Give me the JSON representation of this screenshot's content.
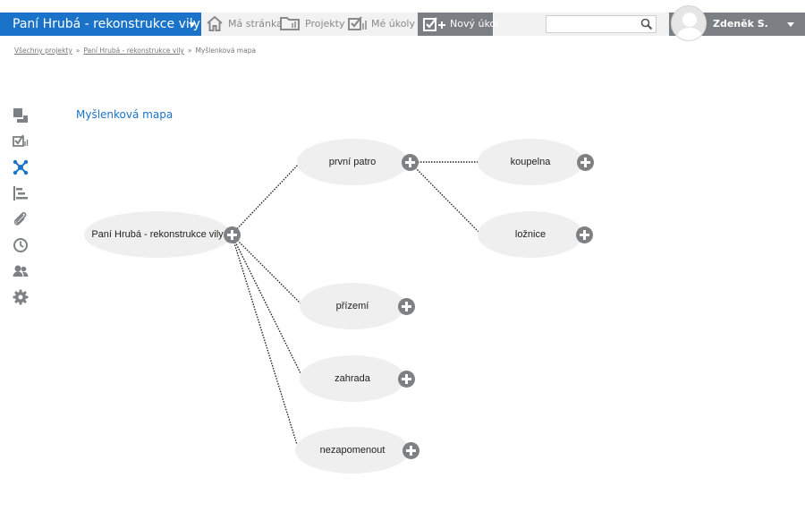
{
  "header": {
    "project_select": "Paní Hrubá - rekonstrukce vily",
    "nav": {
      "my_page": "Má stránka",
      "projects": "Projekty",
      "my_tasks": "Mé úkoly",
      "new_task": "Nový úkol"
    },
    "search": {
      "value": "",
      "placeholder": ""
    },
    "user_name": "Zdeněk S."
  },
  "breadcrumb": {
    "all_projects": "Všechny projekty",
    "project": "Paní Hrubá - rekonstrukce vily",
    "current": "Myšlenková mapa",
    "separator": "»"
  },
  "page_title": "Myšlenková mapa",
  "sidebar": {
    "icons": [
      "dashboard-icon",
      "tasks-icon",
      "mindmap-icon",
      "gantt-icon",
      "attachments-icon",
      "time-icon",
      "users-icon",
      "settings-icon"
    ],
    "active": "mindmap-icon"
  },
  "colors": {
    "accent": "#1a73c9",
    "node": "#efefef",
    "plus": "#7d8184",
    "topbar": "#f2f2f2"
  },
  "mindmap": {
    "root": {
      "id": "root",
      "label": "Paní Hrubá - rekonstrukce vily",
      "children": [
        {
          "id": "n1",
          "label": "první patro",
          "children": [
            {
              "id": "n11",
              "label": "koupelna"
            },
            {
              "id": "n12",
              "label": "ložnice"
            }
          ]
        },
        {
          "id": "n2",
          "label": "přízemí"
        },
        {
          "id": "n3",
          "label": "zahrada"
        },
        {
          "id": "n4",
          "label": "nezapomenout"
        }
      ]
    }
  }
}
